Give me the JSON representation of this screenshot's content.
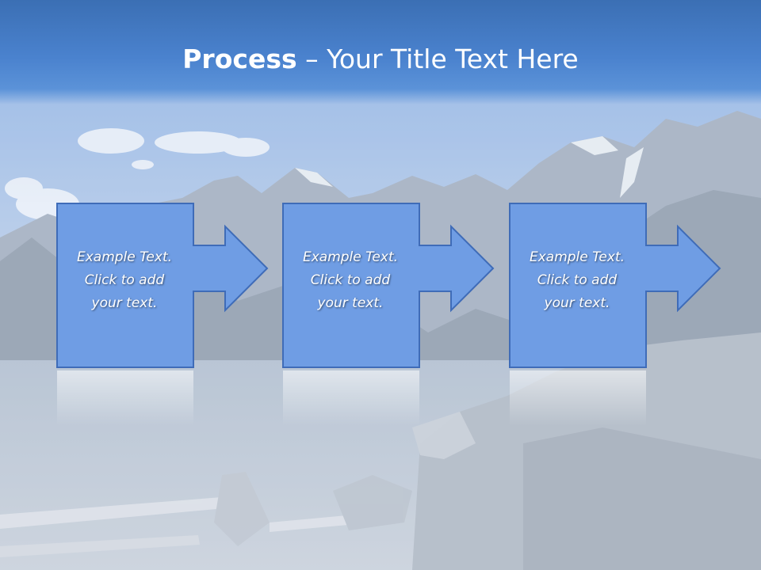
{
  "slide": {
    "title_bold": "Process",
    "title_rest": " – Your Title Text Here",
    "accent_color": "#6f9de4",
    "border_color": "#4472c4",
    "title_bar_color": "#4a82ce"
  },
  "steps": [
    {
      "lines": [
        "Example Text.",
        "Click  to add",
        "your text."
      ],
      "icon": "right-arrow-icon"
    },
    {
      "lines": [
        "Example Text.",
        "Click  to add",
        "your text."
      ],
      "icon": "right-arrow-icon"
    },
    {
      "lines": [
        "Example Text.",
        "Click  to add",
        "your text."
      ],
      "icon": "right-arrow-icon"
    }
  ]
}
